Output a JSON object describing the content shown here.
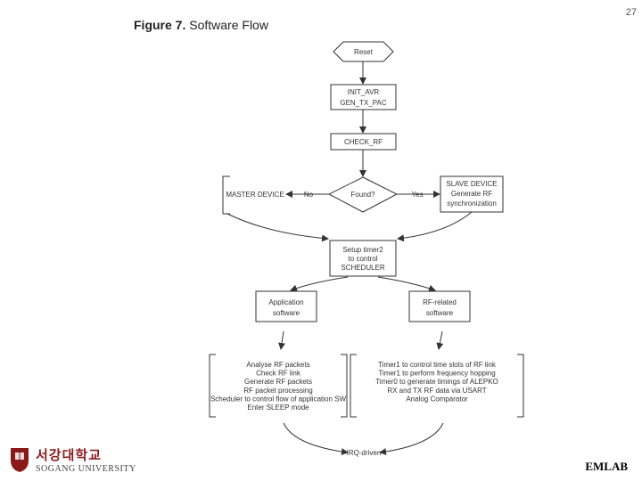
{
  "page_number": "27",
  "figure": {
    "label": "Figure 7.",
    "title": "Software Flow"
  },
  "nodes": {
    "reset": "Reset",
    "init1": "INIT_AVR",
    "init2": "GEN_TX_PAC",
    "check_rf": "CHECK_RF",
    "found": "Found?",
    "master": "MASTER DEVICE",
    "slave1": "SLAVE DEVICE",
    "slave2": "Generate RF",
    "slave3": "synchronization",
    "setup1": "Setup timer2",
    "setup2": "to control",
    "setup3": "SCHEDULER",
    "app1": "Application",
    "app2": "software",
    "rf1": "RF-related",
    "rf2": "software"
  },
  "edges": {
    "no": "No",
    "yes": "Yes",
    "irq": "IRQ-driven"
  },
  "app_list": [
    "Analyse RF packets",
    "Check RF link",
    "Generate RF packets",
    "RF packet processing",
    "Scheduler to control flow of application SW",
    "Enter SLEEP mode"
  ],
  "rf_list": [
    "Timer1 to control time slots of RF link",
    "Timer1 to perform frequency hopping",
    "Timer0 to generate timings of ALEPKO",
    "RX and TX RF data via USART",
    "Analog Comparator"
  ],
  "footer": {
    "univ_kr": "서강대학교",
    "univ_en": "SOGANG UNIVERSITY",
    "lab": "EMLAB"
  }
}
